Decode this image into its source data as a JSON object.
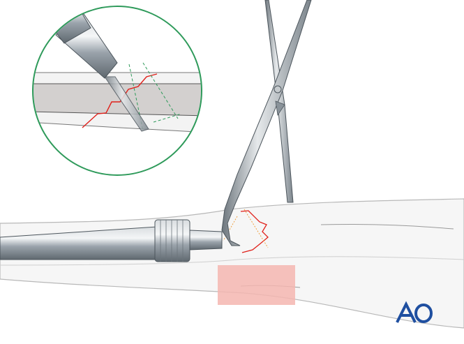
{
  "illustration": {
    "logo_text": "AO",
    "colors": {
      "logo": "#1f4fa0",
      "magnifier_ring": "#2e9a5a",
      "fracture_line": "#e0201a",
      "highlight_zone": "#f4b6b0",
      "instrument_metal": "#9aa3ab",
      "bone_fill": "#f6f6f6"
    },
    "elements": [
      "bone",
      "drill-sleeve",
      "pointed-reduction-forceps",
      "magnified-inset",
      "fracture-line",
      "highlighted-zone",
      "ao-logo"
    ]
  }
}
